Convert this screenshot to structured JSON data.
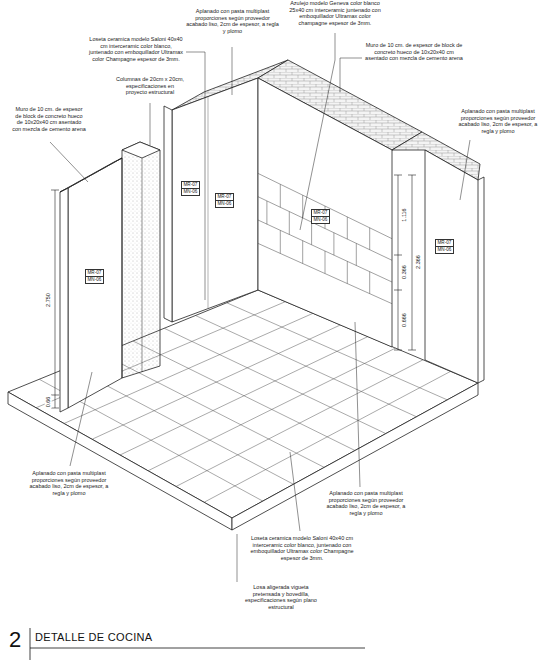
{
  "diagram": {
    "title": "DETALLE DE COCINA",
    "nodes": [
      {
        "text": [
          "MR-07",
          "MN-06"
        ]
      },
      {
        "text": [
          "MR-07",
          "MN-06"
        ]
      },
      {
        "text": [
          "MR-07",
          "MN-06"
        ]
      },
      {
        "text": [
          "MR-07",
          "MN-06"
        ]
      },
      {
        "text": [
          "MR-07",
          "MN-06"
        ]
      }
    ],
    "labels": [
      "Aplanado con pasta multiplast proporciones según proveedor acabado liso, 2cm de espesor, a regla y plomo",
      "Azulejo modelo Geneva color blanco 25x40 cm interceramic juntenado con emboquillador Ultramax color champagne espesor de 3mm.",
      "Loseta ceramica modelo Saloni 40x40 cm interceramic color blanco, juntenado con emboquillador Ultramax color Champagne espesor de 3mm.",
      "Muro de 10 cm. de espesor de block de concreto hueco de 10x20x40 cm asentado con mezcla de cemento arena",
      "Columnas de 20cm x 20cm, especificaciones en proyecto estructural",
      "Aplanado con pasta multiplast proporciones según proveedor acabado liso, 2cm de espesor, a regla y plomo",
      "Muro de 10 cm. de espesor de block de concreto hueco de 10x20x40 cm asentado con mezcla de cemento arena",
      "Aplanado con pasta multiplast proporciones según proveedor acabado liso, 2cm de espesor, a regla y plomo",
      "Aplanado con pasta multiplast proporciones según proveedor acabado liso, 2cm de espesor, a regla y plomo",
      "Loseta ceramica modelo Saloni 40x40 cm interceramic color blanco, juntenado con emboquillador Ultramax color Champagne espesor de 3mm.",
      "Losa aligerada vigueta pretensada y bovedilla, especificaciones según plano estructural",
      "2.750",
      "0.66",
      "1.116",
      "0.366",
      "0.666",
      "2.366",
      "2"
    ]
  }
}
